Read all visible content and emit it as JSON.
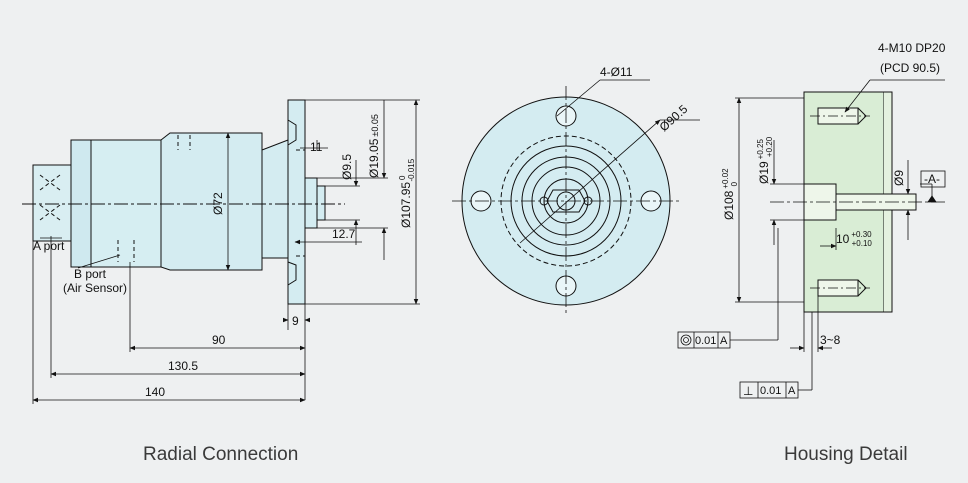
{
  "captions": {
    "left": "Radial Connection",
    "right": "Housing Detail"
  },
  "radial": {
    "a_port": "A port",
    "b_port": "B port",
    "air_sensor": "(Air Sensor)",
    "d72": "Ø72",
    "dim_11": "11",
    "d9_5": "Ø9.5",
    "d19_05": "Ø19.05",
    "d19_05_tol": "±0.05",
    "d107_95": "Ø107.95",
    "d107_95_tol_up": "0",
    "d107_95_tol_low": "-0.015",
    "dim_12_7": "12.7",
    "dim_9": "9",
    "dim_90": "90",
    "dim_130_5": "130.5",
    "dim_140": "140"
  },
  "front": {
    "holes": "4-Ø11",
    "pcd": "Ø90.5"
  },
  "housing": {
    "m10": "4-M10 DP20",
    "pcd": "(PCD 90.5)",
    "d108": "Ø108",
    "d108_up": "+0.02",
    "d108_low": "0",
    "d19": "Ø19",
    "d19_up": "+0.25",
    "d19_low": "+0.20",
    "d9": "Ø9",
    "datum": "-A-",
    "dim_10": "10",
    "dim_10_up": "+0.30",
    "dim_10_low": "+0.10",
    "dim_3_8": "3~8",
    "conc_val": "0.01",
    "conc_ref": "A",
    "perp_sym": "⊥",
    "perp_val": "0.01",
    "perp_ref": "A"
  }
}
